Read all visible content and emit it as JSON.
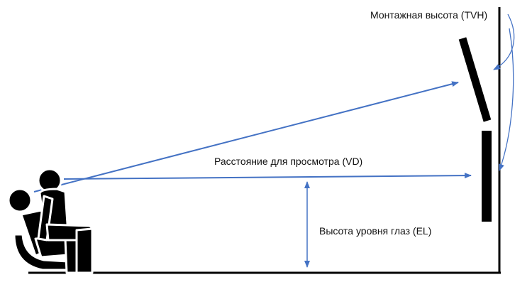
{
  "labels": {
    "mounting_height": "Монтажная высота (TVH)",
    "viewing_distance": "Расстояние для просмотра (VD)",
    "eye_level_height": "Высота уровня глаз (EL)"
  },
  "colors": {
    "arrow": "#4472c4",
    "ink": "#000000"
  }
}
